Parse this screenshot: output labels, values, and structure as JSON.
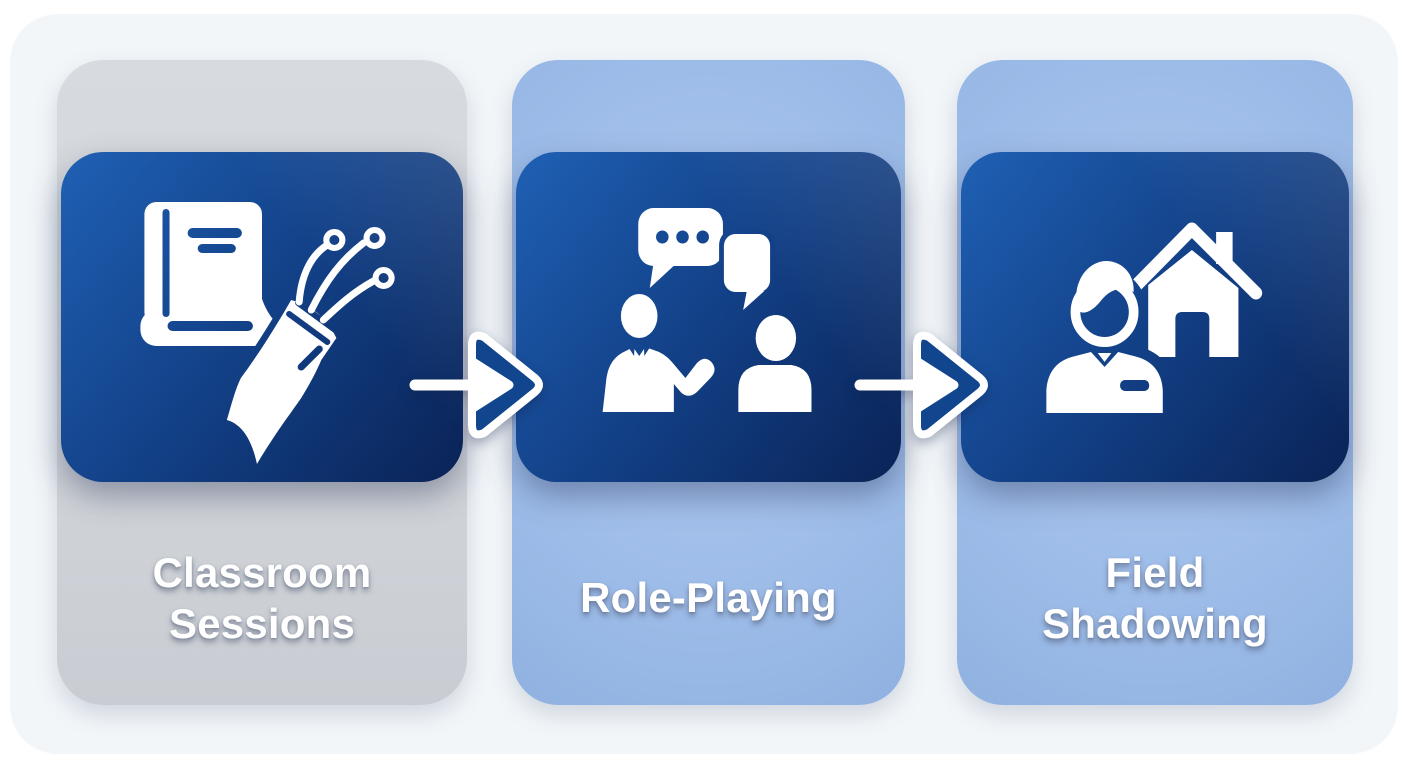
{
  "diagram": {
    "type": "horizontal-process-flow",
    "step_count": 3,
    "direction": "left-to-right"
  },
  "steps": [
    {
      "id": 1,
      "label": "Classroom Sessions",
      "label_lines": [
        "Classroom",
        "Sessions"
      ],
      "icon": "book-and-fiber-optic-cable",
      "card_color": "#d2d5d9"
    },
    {
      "id": 2,
      "label": "Role-Playing",
      "label_lines": [
        "Role-Playing"
      ],
      "icon": "two-people-conversation-speech-bubbles",
      "card_color": "#9fbde9"
    },
    {
      "id": 3,
      "label": "Field Shadowing",
      "label_lines": [
        "Field",
        "Shadowing"
      ],
      "icon": "person-and-house",
      "card_color": "#9fbde9"
    }
  ],
  "connectors": [
    {
      "from": 1,
      "to": 2,
      "style": "chevron-arrow-right"
    },
    {
      "from": 2,
      "to": 3,
      "style": "chevron-arrow-right"
    }
  ],
  "colors": {
    "page_background": "#ffffff",
    "panel_background": "#f2f6f9",
    "icon_box_gradient_start": "#1f60b4",
    "icon_box_gradient_mid": "#123f85",
    "icon_box_gradient_end": "#0a2356",
    "arrow_chevron_fill": "#11458d",
    "icon_foreground": "#ffffff",
    "label_text": "#ffffff"
  }
}
